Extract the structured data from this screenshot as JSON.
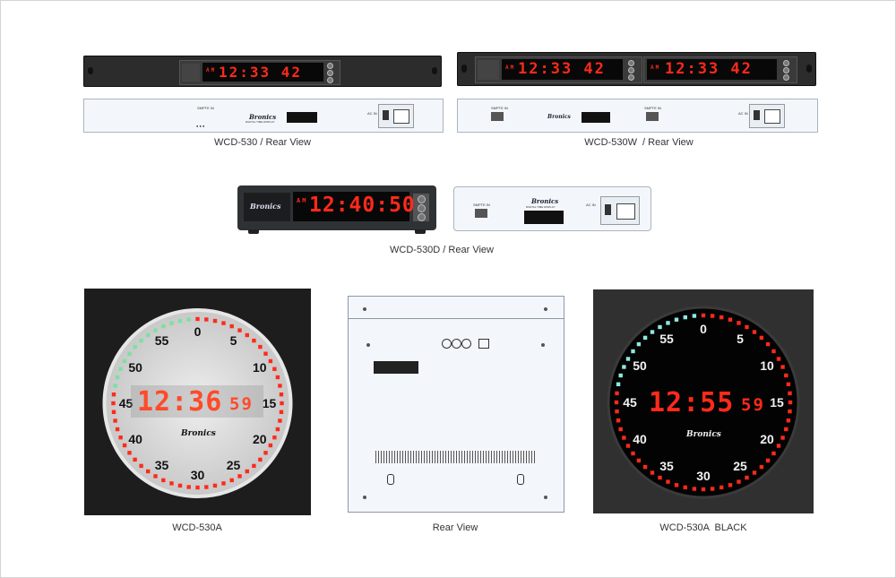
{
  "captions": {
    "wcd530": "WCD-530 / Rear View",
    "wcd530w": "WCD-530W  / Rear View",
    "wcd530d": "WCD-530D / Rear View",
    "wcd530a": "WCD-530A",
    "rear": "Rear View",
    "wcd530a_black": "WCD-530A  BLACK"
  },
  "displays": {
    "rack1_ampm": "AM",
    "rack1_time": "12:33 42",
    "rack2a_ampm": "AM",
    "rack2a_time": "12:33 42",
    "rack2b_ampm": "AM",
    "rack2b_time": "12:33 42",
    "desk_ampm": "AM",
    "desk_time": "12:40:50",
    "clock_white_hm": "12:36",
    "clock_white_s": "59",
    "clock_black_hm": "12:55",
    "clock_black_s": "59"
  },
  "brand": "Bronics",
  "rear_labels": {
    "smpte_in": "SMPTE IN",
    "ac_in": "AC IN",
    "product_line": "DIGITAL TIME DISPLAY"
  },
  "dial_numbers": [
    "0",
    "5",
    "10",
    "15",
    "20",
    "25",
    "30",
    "35",
    "40",
    "45",
    "50",
    "55"
  ],
  "colors": {
    "led_red": "#ff2a1a",
    "led_green": "#7de0a0",
    "led_cyan": "#8fe8e0",
    "panel_dark": "#2c2c2c"
  }
}
